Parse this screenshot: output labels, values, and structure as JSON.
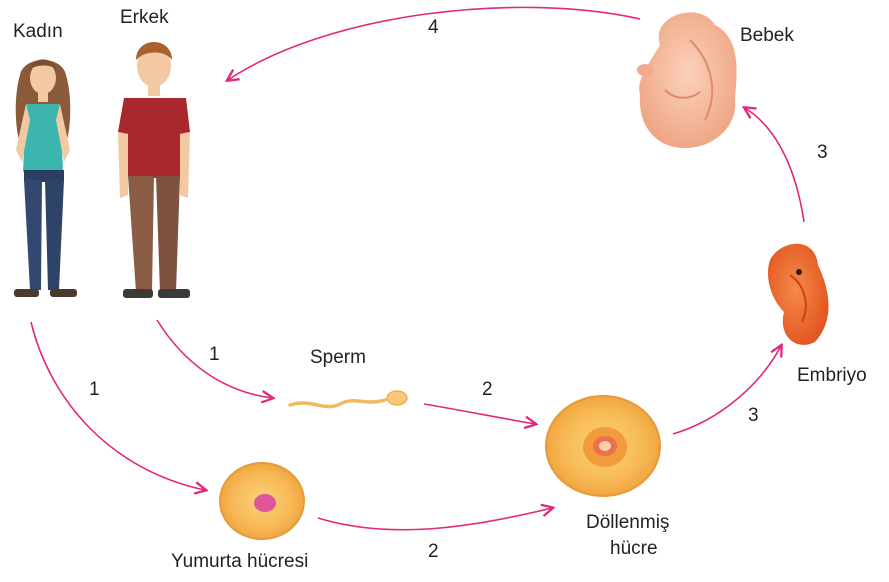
{
  "labels": {
    "woman": "Kadın",
    "man": "Erkek",
    "baby": "Bebek",
    "embryo": "Embriyo",
    "sperm": "Sperm",
    "fertilized_line1": "Döllenmiş",
    "fertilized_line2": "hücre",
    "egg": "Yumurta hücresi"
  },
  "steps": {
    "woman_to_egg": "1",
    "man_to_sperm": "1",
    "sperm_to_fertilized": "2",
    "egg_to_fertilized": "2",
    "fertilized_to_embryo": "3",
    "embryo_to_baby": "3",
    "baby_to_parents": "4"
  },
  "colors": {
    "arrow": "#e0287d",
    "text": "#222222",
    "cell_fill": "#f6b55a",
    "nucleus": "#e0559a",
    "embryo": "#e8642c",
    "baby": "#f4b89a"
  }
}
